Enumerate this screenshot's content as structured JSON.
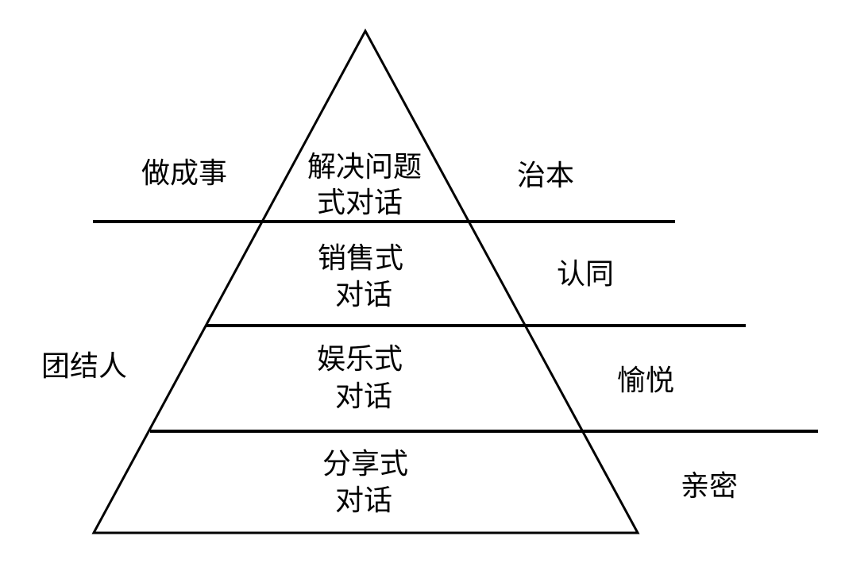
{
  "left_labels": {
    "top": "做成事",
    "bottom": "团结人"
  },
  "levels": [
    {
      "line1": "解决问题",
      "line2": "式对话",
      "right": "治本"
    },
    {
      "line1": "销售式",
      "line2": "对话",
      "right": "认同"
    },
    {
      "line1": "娱乐式",
      "line2": "对话",
      "right": "愉悦"
    },
    {
      "line1": "分享式",
      "line2": "对话",
      "right": "亲密"
    }
  ],
  "colors": {
    "stroke": "#000000",
    "text": "#000000",
    "background": "#ffffff"
  }
}
